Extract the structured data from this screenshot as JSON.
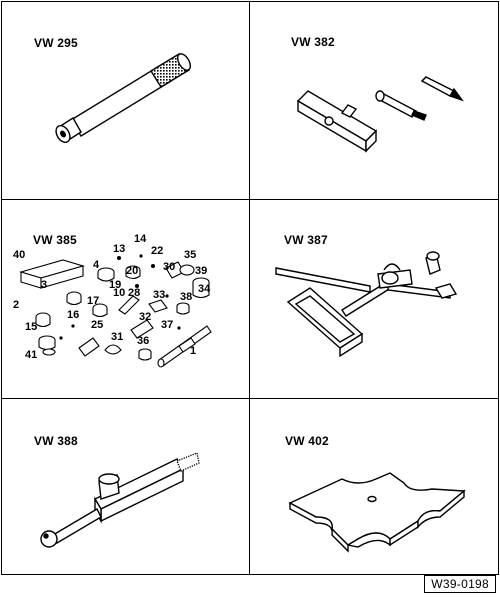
{
  "tools": [
    {
      "label": "VW 295"
    },
    {
      "label": "VW 382"
    },
    {
      "label": "VW 385"
    },
    {
      "label": "VW 387"
    },
    {
      "label": "VW 388"
    },
    {
      "label": "VW 402"
    }
  ],
  "vw385_parts": [
    "40",
    "13",
    "14",
    "22",
    "35",
    "4",
    "20",
    "30",
    "39",
    "10",
    "3",
    "19",
    "28",
    "34",
    "38",
    "17",
    "33",
    "2",
    "16",
    "32",
    "15",
    "25",
    "37",
    "31",
    "36",
    "1",
    "41"
  ],
  "doc_id": "W39-0198"
}
